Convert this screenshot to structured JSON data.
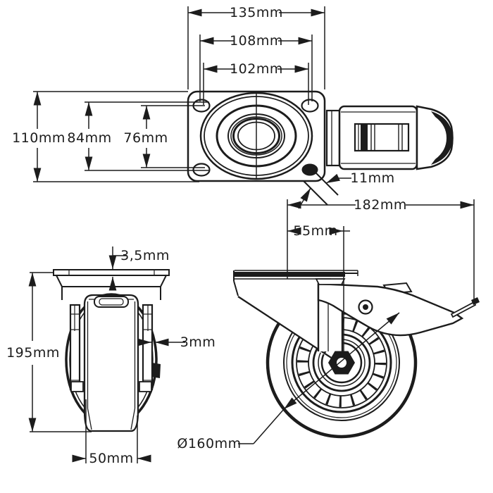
{
  "drawing": {
    "type": "technical-drawing",
    "subject": "Swivel caster wheel with brake - dimensioned views",
    "line_color": "#1c1c1c",
    "background": "#ffffff"
  },
  "labels": {
    "plate_length": "135mm",
    "bolt_pitch_outer": "108mm",
    "bolt_pitch": "102mm",
    "plate_width": "110mm",
    "bolt_width_outer": "84mm",
    "bolt_width": "76mm",
    "bolt_hole_diameter": "11mm",
    "overall_length": "182mm",
    "swivel_offset": "55mm",
    "plate_thickness": "3,5mm",
    "fork_thickness": "3mm",
    "overall_height": "195mm",
    "wheel_width": "50mm",
    "wheel_diameter": "Ø160mm"
  }
}
